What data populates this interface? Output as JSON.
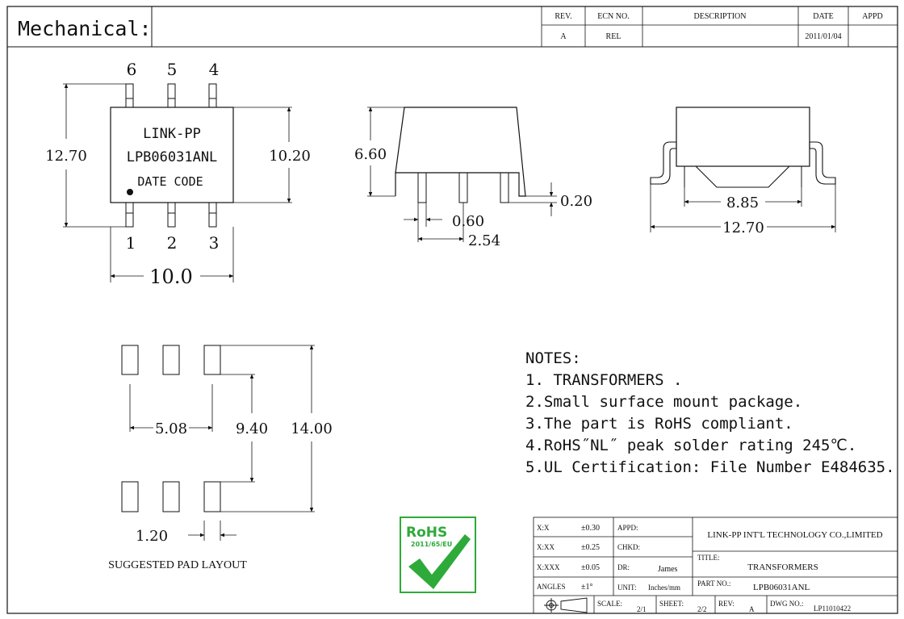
{
  "header": {
    "section_title": "Mechanical:"
  },
  "revision_table": {
    "headers": {
      "rev": "REV.",
      "ecn": "ECN NO.",
      "desc": "DESCRIPTION",
      "date": "DATE",
      "appd": "APPD"
    },
    "row": {
      "rev": "A",
      "ecn": "REL",
      "desc": "",
      "date": "2011/01/04",
      "appd": ""
    }
  },
  "top_view": {
    "pins_top": [
      "6",
      "5",
      "4"
    ],
    "pins_bottom": [
      "1",
      "2",
      "3"
    ],
    "marking_line1": "LINK-PP",
    "marking_line2": "LPB06031ANL",
    "marking_line3": "DATE CODE",
    "dim_height_left": "12.70",
    "dim_height_right": "10.20",
    "dim_width": "10.0"
  },
  "side_view": {
    "dim_height": "6.60",
    "dim_standoff": "0.20",
    "dim_lead_width": "0.60",
    "dim_pitch": "2.54"
  },
  "end_view": {
    "dim_inner": "8.85",
    "dim_outer": "12.70"
  },
  "pad_layout": {
    "dim_horizontal": "5.08",
    "dim_inner_vertical": "9.40",
    "dim_outer_vertical": "14.00",
    "dim_pad_width": "1.20",
    "caption": "SUGGESTED PAD LAYOUT"
  },
  "notes": {
    "heading": "NOTES:",
    "items": [
      "1. TRANSFORMERS .",
      "2.Small surface mount package.",
      "3.The part is RoHS compliant.",
      "4.RoHS˝NL˝ peak solder rating 245℃.",
      "5.UL Certification: File Number E484635."
    ]
  },
  "rohs_badge": {
    "title": "RoHS",
    "subtitle": "2011/65/EU",
    "color": "#2eaa3a"
  },
  "title_block": {
    "tol_x_label": "X:X",
    "tol_x_value": "±0.30",
    "tol_xx_label": "X:XX",
    "tol_xx_value": "±0.25",
    "tol_xxx_label": "X:XXX",
    "tol_xxx_value": "±0.05",
    "angles_label": "ANGLES",
    "angles_value": "±1°",
    "appd_label": "APPD:",
    "chkd_label": "CHKD:",
    "dr_label": "DR:",
    "dr_value": "James",
    "unit_label": "UNIT:",
    "unit_value": "Inches/mm",
    "company": "LINK-PP INT'L TECHNOLOGY CO.,LIMITED",
    "title_label": "TITLE:",
    "title_value": "TRANSFORMERS",
    "part_label": "PART NO.:",
    "part_value": "LPB06031ANL",
    "scale_label": "SCALE:",
    "scale_value": "2/1",
    "sheet_label": "SHEET:",
    "sheet_value": "2/2",
    "rev_label": "REV:",
    "rev_value": "A",
    "dwg_label": "DWG NO.:",
    "dwg_value": "LP11010422"
  }
}
